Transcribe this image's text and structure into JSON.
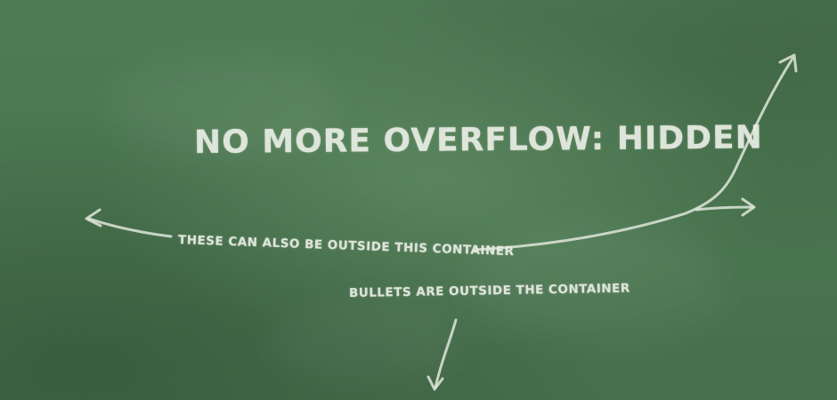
{
  "board": {
    "title": "NO MORE OVERFLOW: HIDDEN",
    "annotations": {
      "outside_note": "THESE CAN ALSO BE OUTSIDE THIS CONTAINER",
      "bullets_note": "BULLETS ARE OUTSIDE THE CONTAINER"
    },
    "colors": {
      "chalkboard": "#4a7750",
      "chalk": "#e9ede4"
    }
  }
}
